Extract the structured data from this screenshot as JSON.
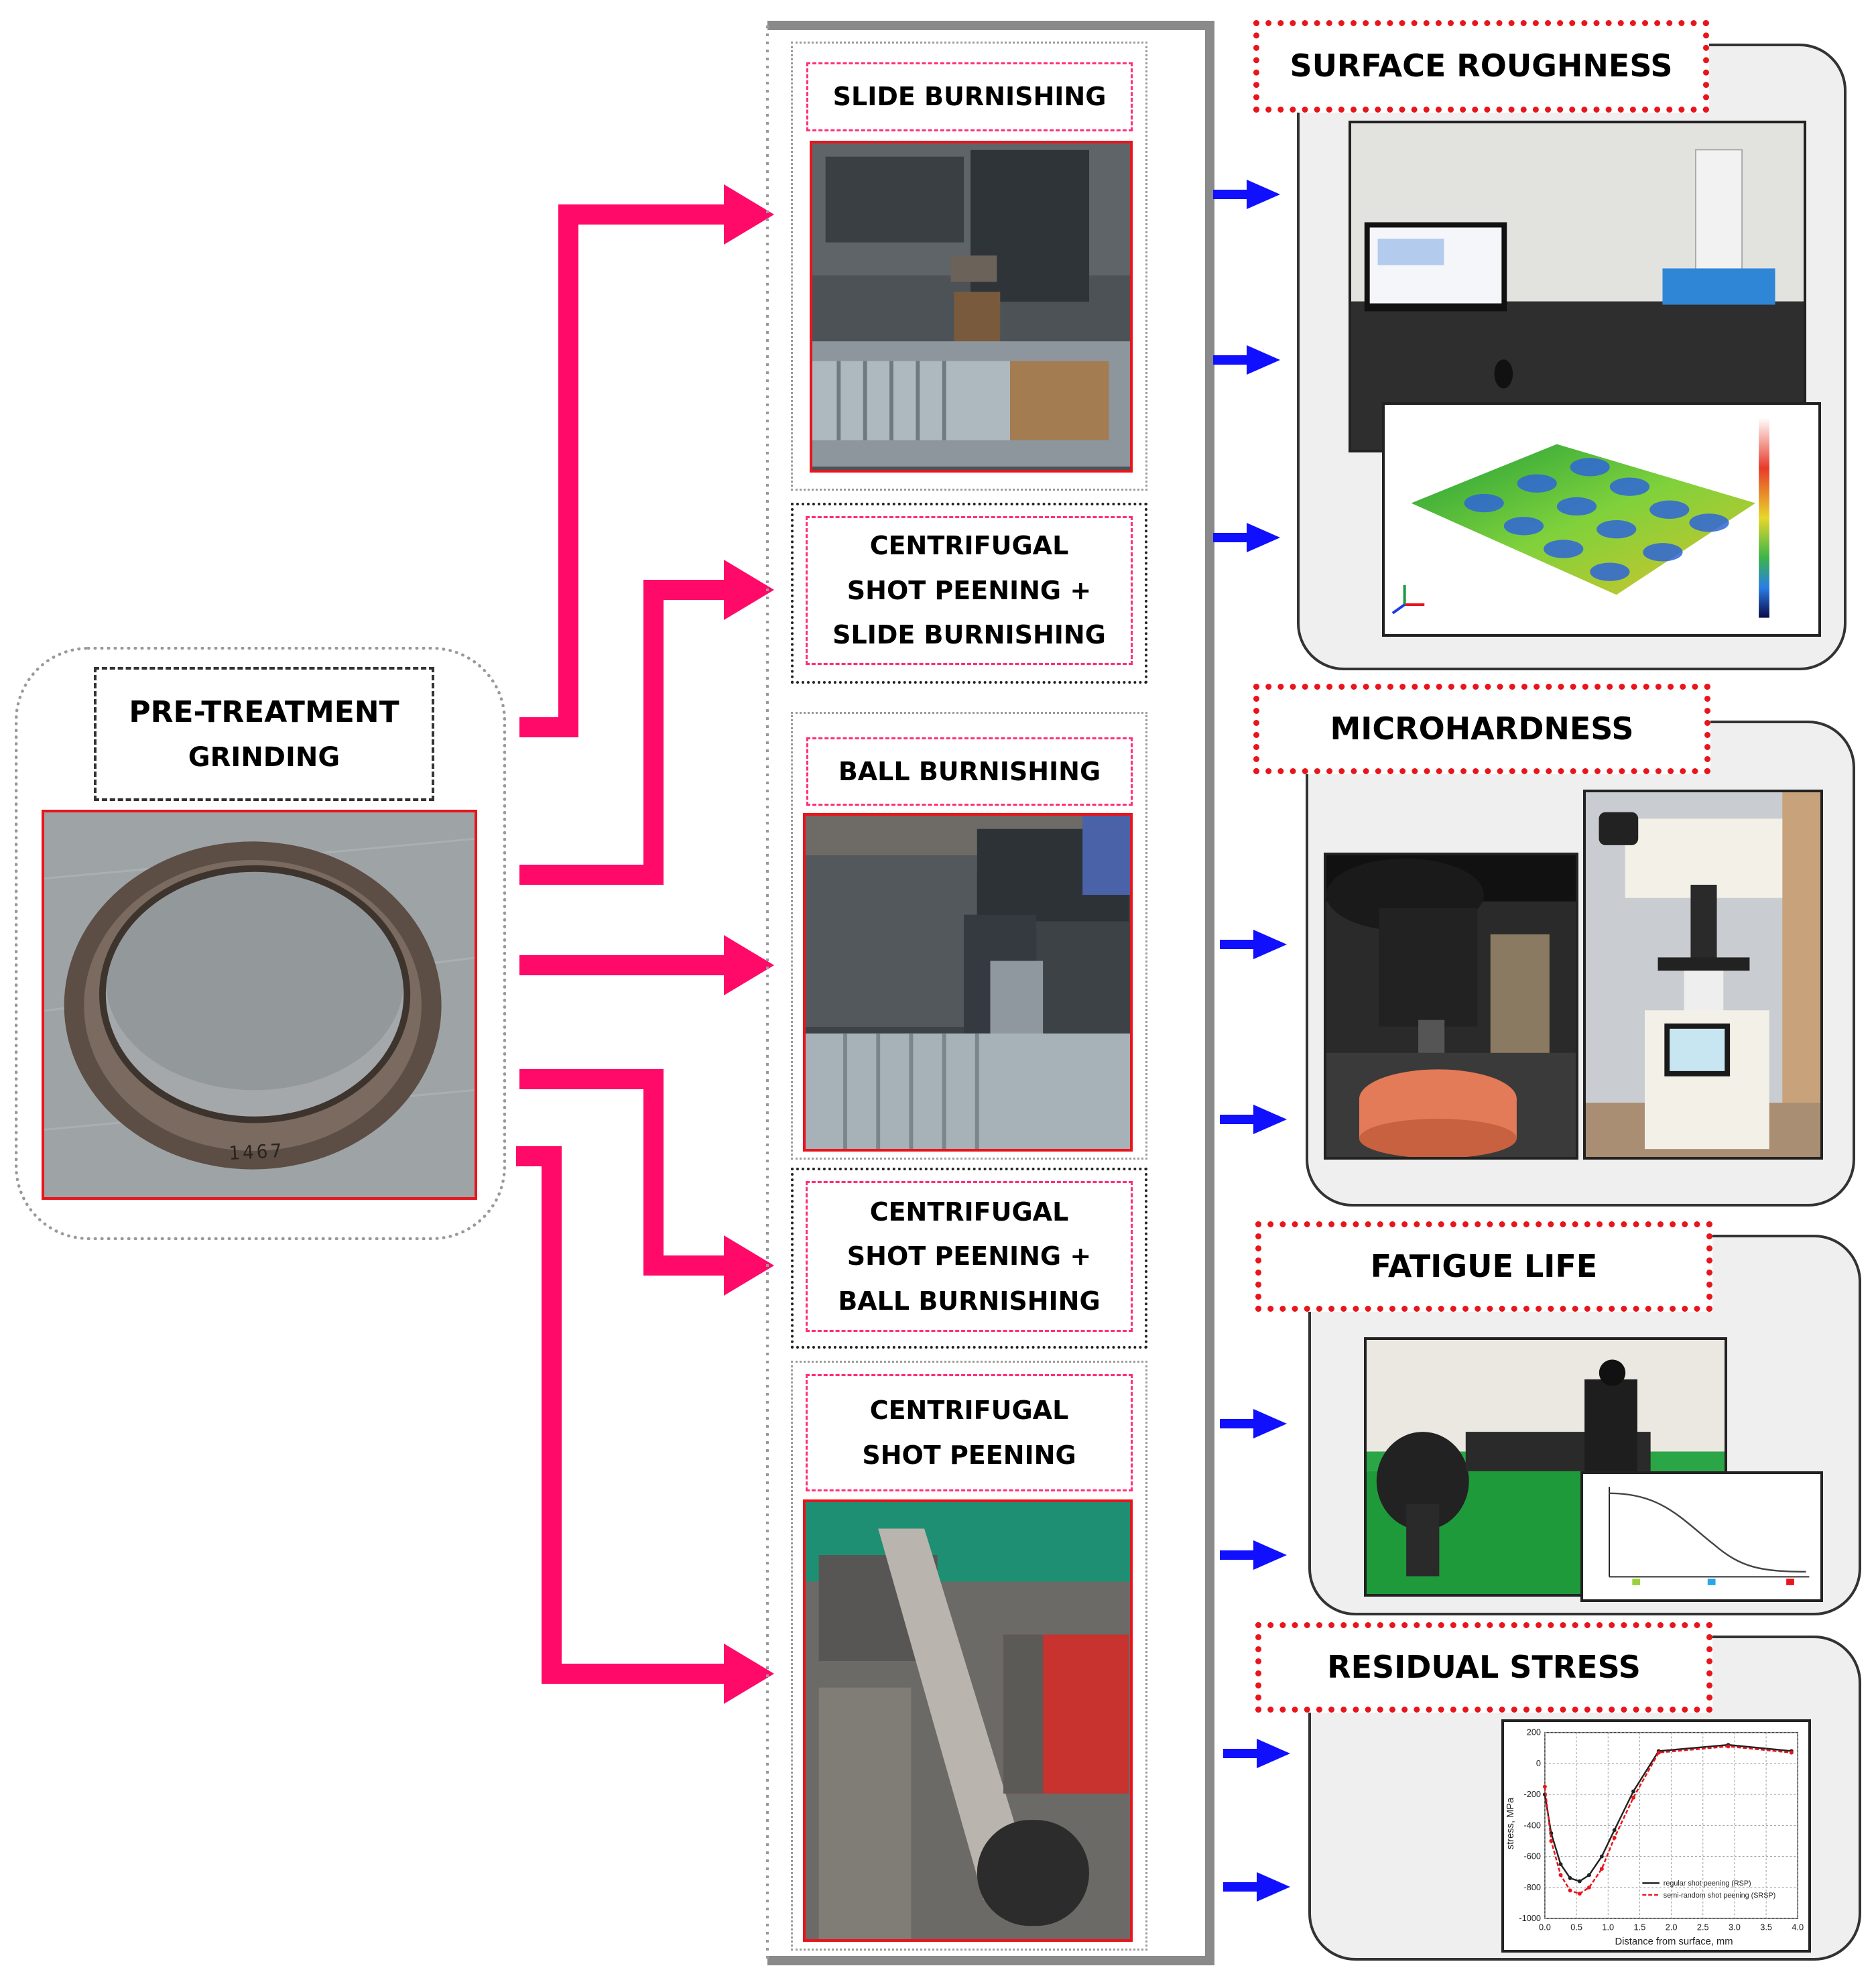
{
  "pretreatment": {
    "title_line1": "PRE-TREATMENT",
    "title_line2": "GRINDING",
    "sample_marking": "1467"
  },
  "processes": [
    {
      "id": "slide",
      "label": "SLIDE BURNISHING"
    },
    {
      "id": "csp_slide",
      "label": "CENTRIFUGAL SHOT PEENING + SLIDE BURNISHING"
    },
    {
      "id": "ball",
      "label": "BALL BURNISHING"
    },
    {
      "id": "csp_ball",
      "label": "CENTRIFUGAL SHOT PEENING + BALL BURNISHING"
    },
    {
      "id": "csp",
      "label": "CENTRIFUGAL SHOT PEENING"
    }
  ],
  "results": {
    "surface_roughness": {
      "title": "SURFACE ROUGHNESS"
    },
    "microhardness": {
      "title": "MICROHARDNESS"
    },
    "fatigue_life": {
      "title": "FATIGUE LIFE"
    },
    "residual_stress": {
      "title": "RESIDUAL STRESS",
      "chart_data": {
        "type": "line",
        "xlabel": "Distance from surface, mm",
        "ylabel": "stress, MPa",
        "xlim": [
          0,
          4
        ],
        "ylim": [
          -1000,
          200
        ],
        "x_ticks": [
          "0.0",
          "0.5",
          "1.0",
          "1.5",
          "2.0",
          "2.5",
          "3.0",
          "3.5",
          "4.0"
        ],
        "y_ticks": [
          "200",
          "0",
          "-200",
          "-400",
          "-600",
          "-800",
          "-1000"
        ],
        "grid": true,
        "legend_position": "bottom-right",
        "series": [
          {
            "name": "regular shot peening (RSP)",
            "color": "#222222",
            "x": [
              0,
              0.1,
              0.25,
              0.4,
              0.55,
              0.7,
              0.9,
              1.1,
              1.4,
              1.8,
              2.9,
              3.9
            ],
            "y": [
              -200,
              -450,
              -650,
              -740,
              -760,
              -720,
              -600,
              -430,
              -180,
              80,
              120,
              80
            ]
          },
          {
            "name": "semi-random shot peening (SRSP)",
            "color": "#e8151c",
            "x": [
              0,
              0.1,
              0.25,
              0.4,
              0.55,
              0.7,
              0.9,
              1.1,
              1.4,
              1.8,
              2.9,
              3.9
            ],
            "y": [
              -150,
              -500,
              -720,
              -820,
              -840,
              -800,
              -680,
              -480,
              -220,
              70,
              110,
              70
            ]
          }
        ]
      }
    }
  },
  "colors": {
    "flow_arrow": "#ff0a68",
    "result_arrow": "#1010ff",
    "photo_border": "#e8151c",
    "label_dotted_border": "#e8151c"
  }
}
